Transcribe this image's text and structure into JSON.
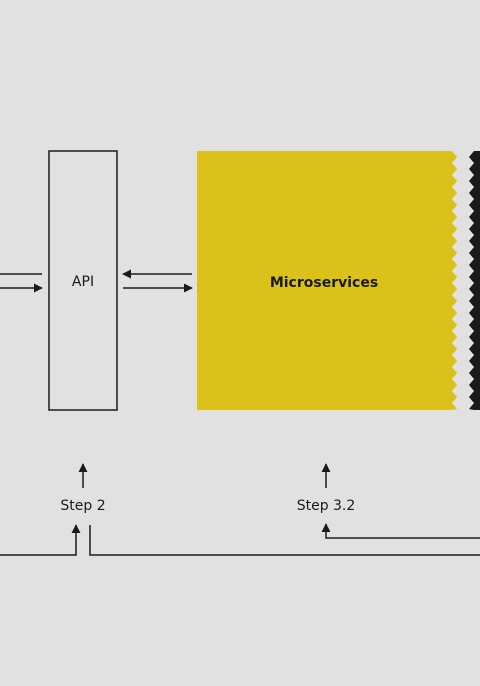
{
  "nodes": {
    "api": {
      "label": "API"
    },
    "microservices": {
      "label": "Microservices"
    }
  },
  "steps": {
    "step2": {
      "label": "Step 2"
    },
    "step3_2": {
      "label": "Step 3.2"
    }
  },
  "colors": {
    "background": "#e1e1e1",
    "microservices_fill": "#dbc21a",
    "stroke": "#1a1a1a",
    "edge_zigzag": "#1a1a1a"
  }
}
